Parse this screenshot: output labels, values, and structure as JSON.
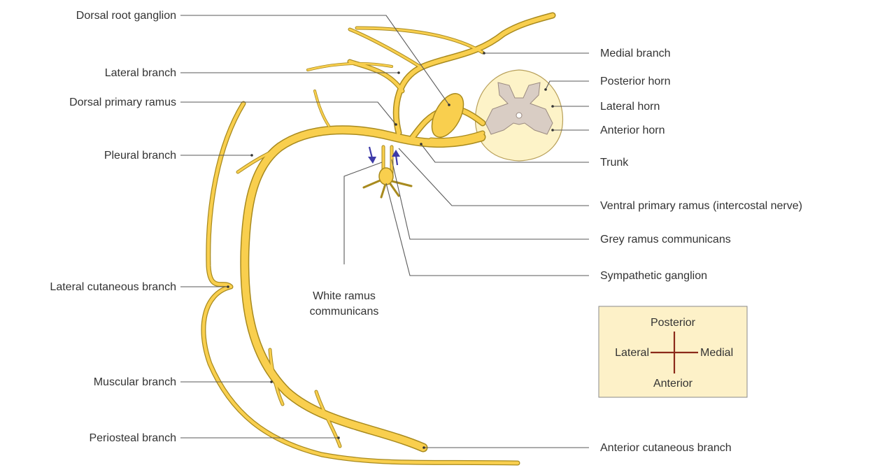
{
  "labels": {
    "dorsal_root_ganglion": "Dorsal root ganglion",
    "lateral_branch": "Lateral branch",
    "dorsal_primary_ramus": "Dorsal primary ramus",
    "pleural_branch": "Pleural branch",
    "lateral_cutaneous_branch": "Lateral cutaneous branch",
    "muscular_branch": "Muscular branch",
    "periosteal_branch": "Periosteal branch",
    "medial_branch": "Medial branch",
    "posterior_horn": "Posterior horn",
    "lateral_horn": "Lateral horn",
    "anterior_horn": "Anterior horn",
    "trunk": "Trunk",
    "ventral_primary_ramus": "Ventral primary ramus (intercostal nerve)",
    "grey_ramus": "Grey ramus communicans",
    "sympathetic_ganglion": "Sympathetic ganglion",
    "white_ramus_line1": "White ramus",
    "white_ramus_line2": "communicans",
    "anterior_cutaneous_branch": "Anterior cutaneous branch"
  },
  "orientation": {
    "posterior": "Posterior",
    "lateral": "Lateral",
    "medial": "Medial",
    "anterior": "Anterior"
  },
  "colors": {
    "nerve_fill": "#f9cf4e",
    "nerve_outline": "#a88a1e",
    "spinal_cord_white_matter": "#fdf3c8",
    "spinal_cord_grey_matter": "#d9cdc4",
    "orientation_box_fill": "#fdf1c8",
    "orientation_cross": "#8b2a1a",
    "arrow": "#3d3aa8"
  }
}
